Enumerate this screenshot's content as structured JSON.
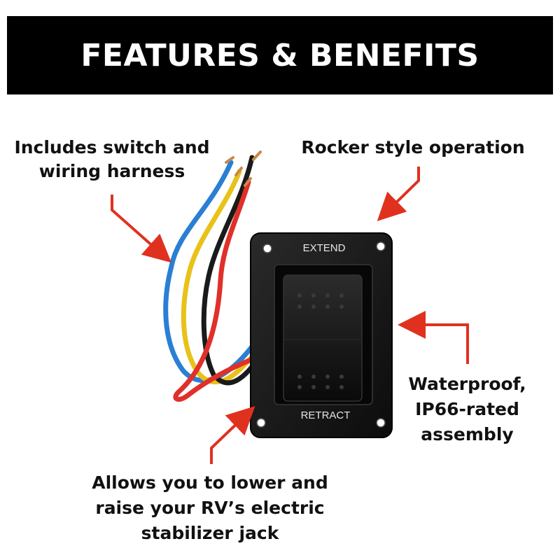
{
  "banner": {
    "title": "FEATURES & BENEFITS"
  },
  "callouts": {
    "harness": {
      "lines": [
        "Includes switch and",
        "wiring harness"
      ]
    },
    "rocker": {
      "lines": [
        "Rocker style operation"
      ]
    },
    "waterproof": {
      "lines": [
        "Waterproof,",
        "IP66-rated",
        "assembly"
      ]
    },
    "stabilizer": {
      "lines": [
        "Allows you to lower and",
        "raise your RV’s electric",
        "stabilizer jack"
      ]
    }
  },
  "switch": {
    "top_label": "EXTEND",
    "bottom_label": "RETRACT"
  },
  "colors": {
    "banner_bg": "#000000",
    "banner_text": "#ffffff",
    "arrow": "#e0311f",
    "plate": "#121212",
    "wire_blue": "#2a7fd4",
    "wire_yellow": "#e8c21a",
    "wire_black": "#1a1a1a",
    "wire_red": "#e0302a"
  }
}
